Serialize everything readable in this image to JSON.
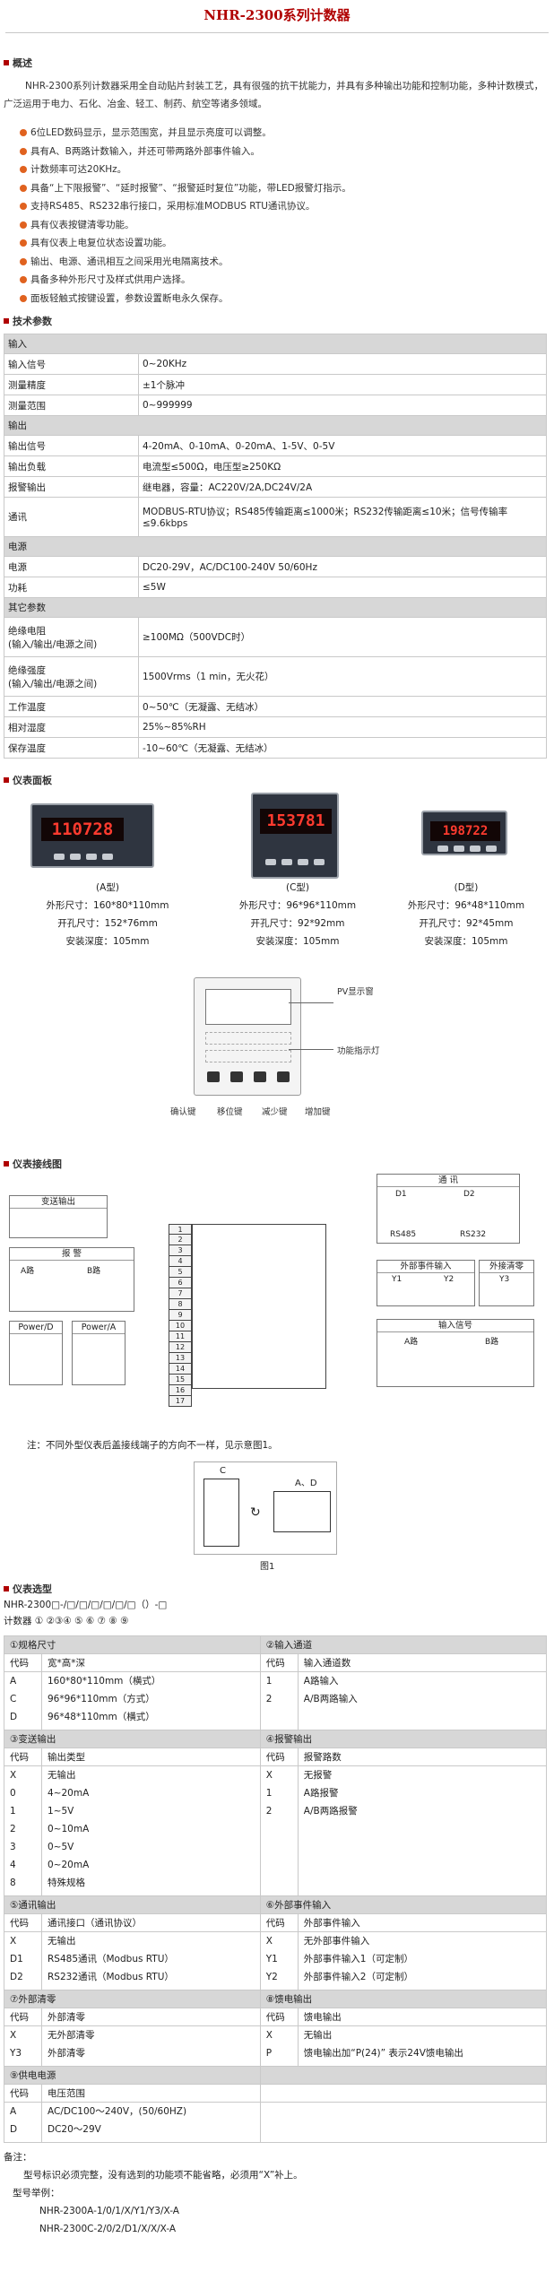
{
  "page_title": "NHR-2300系列计数器",
  "overview": {
    "heading": "概述",
    "intro": "NHR-2300系列计数器采用全自动贴片封装工艺，具有很强的抗干扰能力，并具有多种输出功能和控制功能，多种计数模式，广泛运用于电力、石化、冶金、轻工、制药、航空等诸多领域。",
    "features": [
      "6位LED数码显示，显示范围宽，并且显示亮度可以调整。",
      "具有A、B两路计数输入，并还可带两路外部事件输入。",
      "计数频率可达20KHz。",
      "具备“上下限报警”、“延时报警”、“报警延时复位”功能，带LED报警灯指示。",
      "支持RS485、RS232串行接口，采用标准MODBUS RTU通讯协议。",
      "具有仪表按键清零功能。",
      "具有仪表上电复位状态设置功能。",
      "输出、电源、通讯相互之间采用光电隔离技术。",
      "具备多种外形尺寸及样式供用户选择。",
      "面板轻触式按键设置，参数设置断电永久保存。"
    ]
  },
  "specs": {
    "heading": "技术参数",
    "groups": [
      {
        "name": "输入",
        "rows": [
          {
            "k": "输入信号",
            "v": "0~20KHz"
          },
          {
            "k": "测量精度",
            "v": "±1个脉冲"
          },
          {
            "k": "测量范围",
            "v": "0~999999"
          }
        ]
      },
      {
        "name": "输出",
        "rows": [
          {
            "k": "输出信号",
            "v": "4-20mA、0-10mA、0-20mA、1-5V、0-5V"
          },
          {
            "k": "输出负载",
            "v": "电流型≤500Ω，电压型≥250KΩ"
          },
          {
            "k": "报警输出",
            "v": "继电器，容量：AC220V/2A,DC24V/2A"
          },
          {
            "k": "通讯",
            "v": "MODBUS-RTU协议；RS485传输距离≤1000米；RS232传输距离≤10米；信号传输率≤9.6kbps",
            "tall": true
          }
        ]
      },
      {
        "name": "电源",
        "rows": [
          {
            "k": "电源",
            "v": "DC20-29V，AC/DC100-240V  50/60Hz"
          },
          {
            "k": "功耗",
            "v": "≤5W"
          }
        ]
      },
      {
        "name": "其它参数",
        "rows": [
          {
            "k": "绝缘电阻\n(输入/输出/电源之间)",
            "v": "≥100MΩ（500VDC时）",
            "tall": true
          },
          {
            "k": "绝缘强度\n(输入/输出/电源之间)",
            "v": "1500Vrms（1 min，无火花）",
            "tall": true
          },
          {
            "k": "工作温度",
            "v": "0~50℃（无凝露、无结冰）"
          },
          {
            "k": "相对湿度",
            "v": "25%~85%RH"
          },
          {
            "k": "保存温度",
            "v": "-10~60℃（无凝露、无结冰）"
          }
        ]
      }
    ]
  },
  "panel": {
    "heading": "仪表面板",
    "meters": [
      {
        "reading": "110728",
        "type": "(A型)",
        "size": "外形尺寸：160*80*110mm",
        "cut": "开孔尺寸：152*76mm",
        "depth": "安装深度：105mm"
      },
      {
        "reading": "153781",
        "type": "(C型)",
        "size": "外形尺寸：96*96*110mm",
        "cut": "开孔尺寸：92*92mm",
        "depth": "安装深度：105mm"
      },
      {
        "reading": "198722",
        "type": "(D型)",
        "size": "外形尺寸：96*48*110mm",
        "cut": "开孔尺寸：92*45mm",
        "depth": "安装深度：105mm"
      }
    ],
    "front": {
      "pv_label": "PV显示窗",
      "led_label": "功能指示灯",
      "keys": [
        "确认键",
        "移位键",
        "减少键",
        "增加键"
      ]
    }
  },
  "wiring": {
    "heading": "仪表接线图",
    "boxes": {
      "transmit": "变送输出",
      "alarm": "报 警",
      "alarm_a": "A路",
      "alarm_b": "B路",
      "power_d": "Power/D",
      "power_a": "Power/A",
      "comm": "通 讯",
      "comm_d1": "D1",
      "comm_d2": "D2",
      "rs485": "RS485",
      "rs232": "RS232",
      "ext": "外部事件输入",
      "ext_clear": "外接清零",
      "y1": "Y1",
      "y2": "Y2",
      "y3": "Y3",
      "input": "输入信号",
      "in_a": "A路",
      "in_b": "B路"
    },
    "terminals": [
      "1",
      "2",
      "3",
      "4",
      "5",
      "6",
      "7",
      "8",
      "9",
      "10",
      "11",
      "12",
      "13",
      "14",
      "15",
      "16",
      "17"
    ],
    "note": "注：不同外型仪表后盖接线端子的方向不一样，见示意图1。",
    "fig_c": "C",
    "fig_ad": "A、D",
    "fig_label": "图1"
  },
  "selection": {
    "heading": "仪表选型",
    "model_code": "NHR-2300□-/□/□/□/□/□/□（）-□",
    "counter_line": "计数器  ①  ②③④  ⑤  ⑥  ⑦  ⑧            ⑨",
    "col_code": "代码",
    "tables": [
      {
        "left": {
          "title": "①规格尺寸",
          "col": "宽*高*深",
          "items": [
            [
              "A",
              "160*80*110mm（横式）"
            ],
            [
              "C",
              "96*96*110mm（方式）"
            ],
            [
              "D",
              "96*48*110mm（横式）"
            ]
          ]
        },
        "right": {
          "title": "②输入通道",
          "col": "输入通道数",
          "items": [
            [
              "1",
              "A路输入"
            ],
            [
              "2",
              "A/B两路输入"
            ]
          ]
        }
      },
      {
        "left": {
          "title": "③变送输出",
          "col": "输出类型",
          "items": [
            [
              "X",
              "无输出"
            ],
            [
              "0",
              "4~20mA"
            ],
            [
              "1",
              "1~5V"
            ],
            [
              "2",
              "0~10mA"
            ],
            [
              "3",
              "0~5V"
            ],
            [
              "4",
              "0~20mA"
            ],
            [
              "8",
              "特殊规格"
            ]
          ]
        },
        "right": {
          "title": "④报警输出",
          "col": "报警路数",
          "items": [
            [
              "X",
              "无报警"
            ],
            [
              "1",
              "A路报警"
            ],
            [
              "2",
              "A/B两路报警"
            ]
          ]
        }
      },
      {
        "left": {
          "title": "⑤通讯输出",
          "col": "通讯接口（通讯协议）",
          "items": [
            [
              "X",
              "无输出"
            ],
            [
              "D1",
              "RS485通讯（Modbus RTU）"
            ],
            [
              "D2",
              "RS232通讯（Modbus RTU）"
            ]
          ]
        },
        "right": {
          "title": "⑥外部事件输入",
          "col": "外部事件输入",
          "items": [
            [
              "X",
              "无外部事件输入"
            ],
            [
              "Y1",
              "外部事件输入1（可定制）"
            ],
            [
              "Y2",
              "外部事件输入2（可定制）"
            ]
          ]
        }
      },
      {
        "left": {
          "title": "⑦外部清零",
          "col": "外部清零",
          "items": [
            [
              "X",
              "无外部清零"
            ],
            [
              "Y3",
              "外部清零"
            ]
          ]
        },
        "right": {
          "title": "⑧馈电输出",
          "col": "馈电输出",
          "items": [
            [
              "X",
              "无输出"
            ],
            [
              "P",
              "馈电输出加“P(24)” 表示24V馈电输出"
            ]
          ]
        }
      },
      {
        "left": {
          "title": "⑨供电电源",
          "col": "电压范围",
          "items": [
            [
              "A",
              "AC/DC100～240V，(50/60HZ)"
            ],
            [
              "D",
              "DC20～29V"
            ]
          ]
        },
        "right": null
      }
    ],
    "remarks": {
      "title": "备注：",
      "line1": "型号标识必须完整，没有选到的功能项不能省略，必须用“X”补上。",
      "line2": "型号举例：",
      "ex1": "NHR-2300A-1/0/1/X/Y1/Y3/X-A",
      "ex2": "NHR-2300C-2/0/2/D1/X/X/X-A"
    }
  },
  "colors": {
    "title_red": "#b00000",
    "bullet": "#e0621f",
    "header_gray": "#d7d7d7",
    "led_red": "#ff3b2f"
  }
}
